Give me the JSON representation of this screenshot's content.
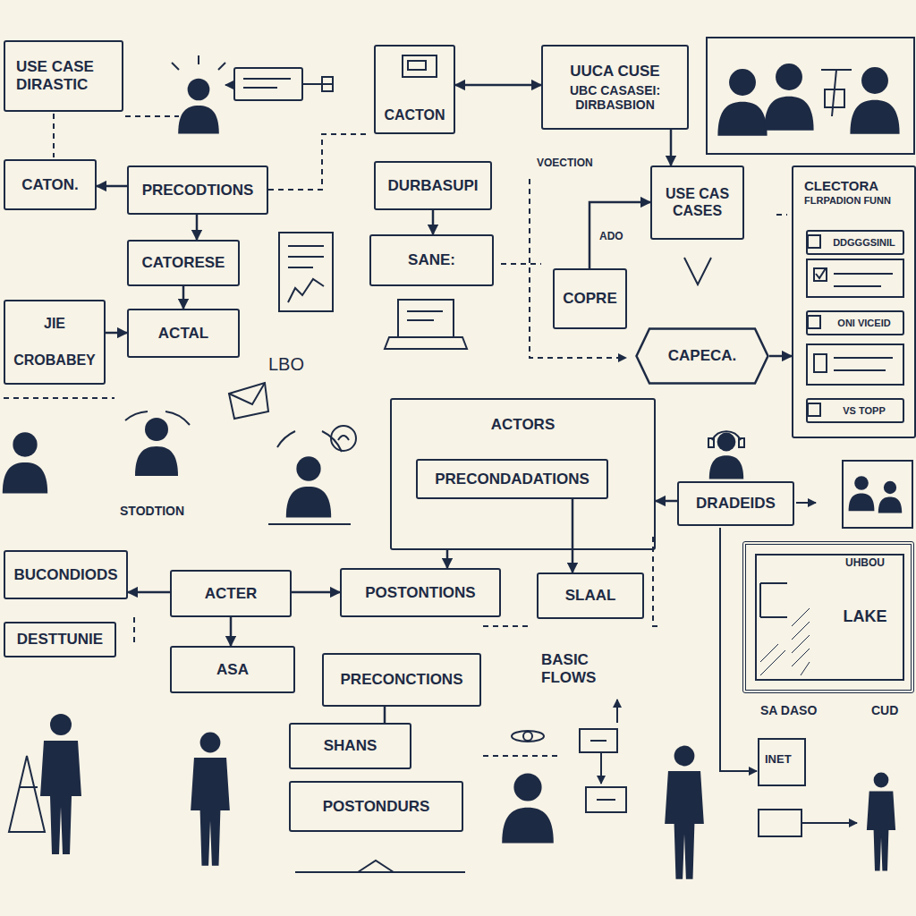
{
  "diagram": {
    "nodes": [
      {
        "text": [
          "USE CASE DIRASTIC"
        ]
      },
      {
        "text": [
          "CACTON"
        ]
      },
      {
        "text": [
          "UUCA CUSE",
          "UBC CASASEI: DIRBASBION"
        ]
      },
      {
        "text": [
          "CATON."
        ]
      },
      {
        "text": [
          "PRECODTIONS"
        ]
      },
      {
        "text": [
          "DURBASUPI"
        ]
      },
      {
        "text": [
          "USE CAS CASES"
        ]
      },
      {
        "text": [
          "CLECTORA",
          "FLRPADION FUNN"
        ]
      },
      {
        "text": [
          "DDGGGSINIL"
        ],
        "in": 7
      },
      {
        "text": [
          "ONI VICEID"
        ],
        "in": 7
      },
      {
        "text": [
          "VS TOPP"
        ],
        "in": 7
      },
      {
        "text": [
          "CATORESE"
        ]
      },
      {
        "text": [
          "SANE:"
        ]
      },
      {
        "text": [
          "COPRE"
        ]
      },
      {
        "text": [
          "JIE",
          "CROBABEY"
        ]
      },
      {
        "text": [
          "ACTAL"
        ]
      },
      {
        "text": [
          "CAPECA."
        ]
      },
      {
        "text": [
          "ACTORS"
        ]
      },
      {
        "text": [
          "PRECONDADATIONS"
        ],
        "in": 17
      },
      {
        "text": [
          "DRADEIDS"
        ]
      },
      {
        "text": [
          "UHBOU",
          "LAKE"
        ]
      },
      {
        "text": [
          "BUCONDIODS"
        ]
      },
      {
        "text": [
          "ACTER"
        ]
      },
      {
        "text": [
          "POSTONTIONS"
        ]
      },
      {
        "text": [
          "SLAAL"
        ]
      },
      {
        "text": [
          "DESTTUNIE"
        ]
      },
      {
        "text": [
          "ASA"
        ]
      },
      {
        "text": [
          "PRECONCTIONS"
        ]
      },
      {
        "text": [
          "SHANS"
        ]
      },
      {
        "text": [
          "POSTONDURS"
        ]
      }
    ],
    "edges": [
      {
        "from": 1,
        "to": 2,
        "arrow": "both"
      },
      {
        "from": 4,
        "to": 3,
        "arrow": "to"
      },
      {
        "from": 4,
        "to": 11,
        "arrow": "to"
      },
      {
        "from": 11,
        "to": 15,
        "arrow": "to"
      },
      {
        "from": 14,
        "to": 15,
        "arrow": "to"
      },
      {
        "from": 5,
        "to": 12,
        "arrow": "to"
      },
      {
        "from": 13,
        "to": 6,
        "arrow": "to"
      },
      {
        "from": 16,
        "to": 7,
        "arrow": "to"
      },
      {
        "from": 22,
        "to": 21,
        "arrow": "to"
      },
      {
        "from": 22,
        "to": 23,
        "arrow": "to"
      },
      {
        "from": 22,
        "to": 26,
        "arrow": "to"
      },
      {
        "from": 19,
        "to": 17,
        "arrow": "to"
      },
      {
        "from": 18,
        "to": 24,
        "arrow": "to"
      },
      {
        "from": 27,
        "to": 28,
        "arrow": "none"
      },
      {
        "from": 2,
        "to": 6,
        "arrow": "to"
      },
      {
        "from": 17,
        "to": 23,
        "arrow": "to"
      }
    ],
    "labels": [
      "VOECTION",
      "ADO",
      "LBO",
      "STODTION",
      "BASIC FLOWS",
      "SA DASO",
      "CUD",
      "INET"
    ]
  }
}
